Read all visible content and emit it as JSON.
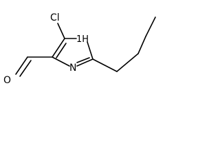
{
  "molecule": {
    "labels": {
      "chlorine": "Cl",
      "nh": "1H",
      "n": "N",
      "oxygen": "O"
    }
  }
}
